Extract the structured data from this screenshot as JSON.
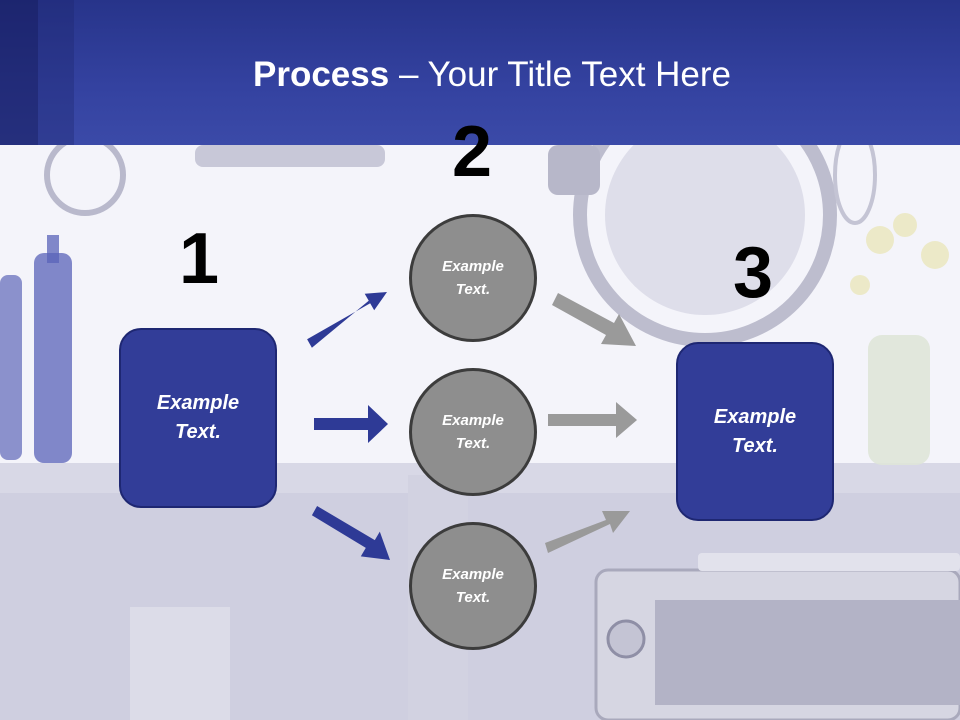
{
  "slide": {
    "title_bold": "Process",
    "title_rest": " – Your Title Text Here"
  },
  "steps": {
    "one": {
      "number": "1",
      "text": "Example Text."
    },
    "two": {
      "number": "2"
    },
    "three": {
      "number": "3",
      "text": "Example Text."
    }
  },
  "circles": [
    {
      "text": "Example Text."
    },
    {
      "text": "Example Text."
    },
    {
      "text": "Example Text."
    }
  ],
  "colors": {
    "accent_blue": "#323d98",
    "header_blue": "#3442a0",
    "circle_gray": "#8e8e8e",
    "arrow_blue": "#2e3a96",
    "arrow_gray": "#9a9a9a"
  },
  "icons": {
    "arrows_left": "arrow-right-icon",
    "arrows_right": "arrow-right-icon"
  }
}
